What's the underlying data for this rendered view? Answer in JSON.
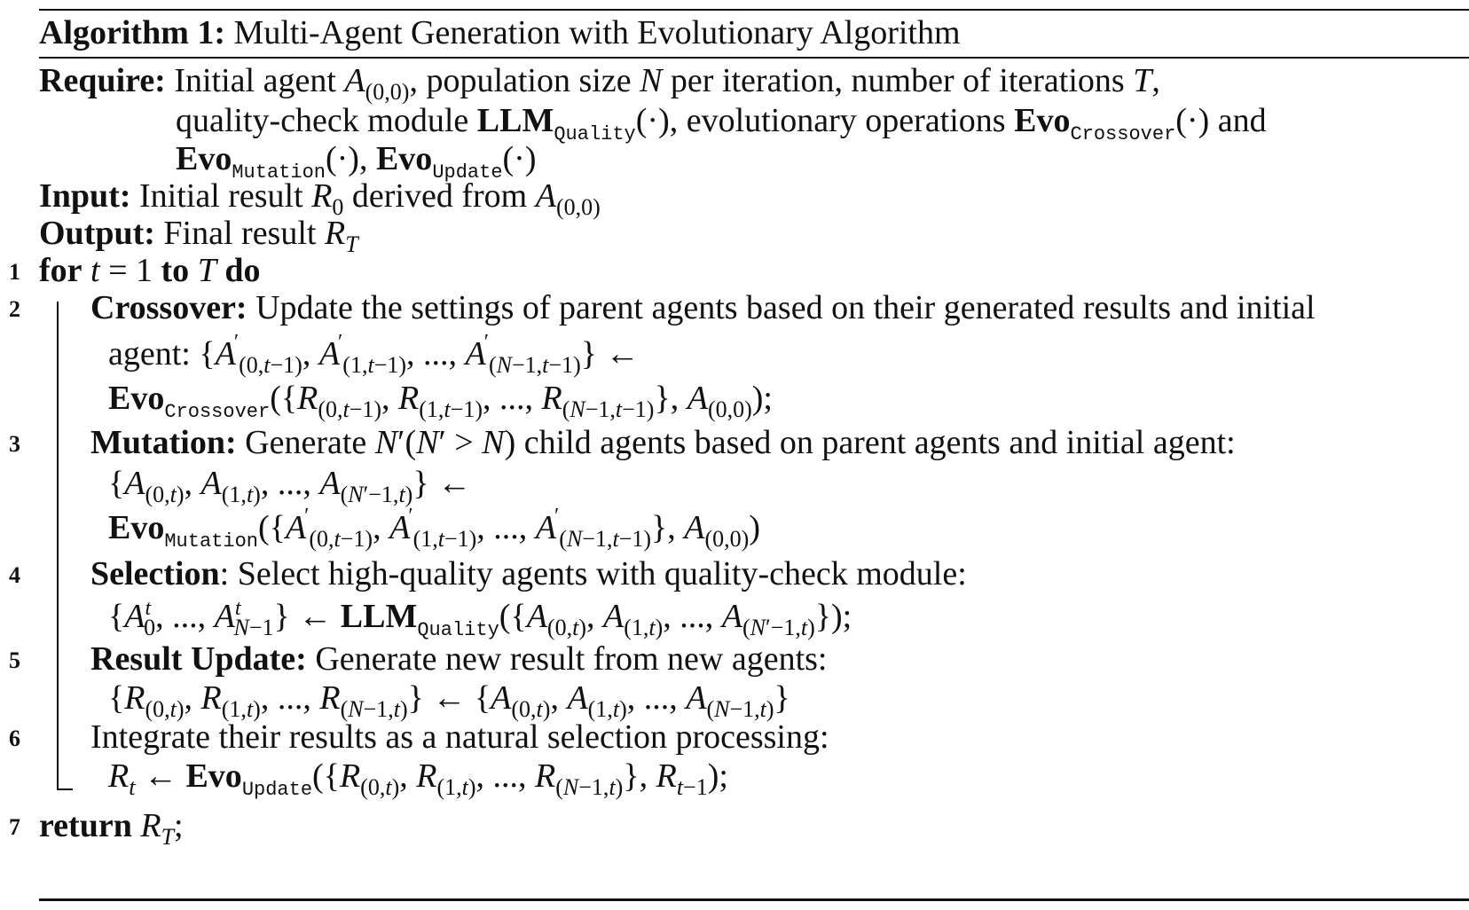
{
  "algorithm": {
    "label": "Algorithm 1:",
    "title": "Multi-Agent Generation with Evolutionary Algorithm"
  },
  "io": {
    "require_label": "Require:",
    "require_text_1a": "Initial agent",
    "require_text_1b": ", population size",
    "require_text_1c": "per iteration, number of iterations",
    "require_text_2a": "quality-check module",
    "require_text_2b": ", evolutionary operations",
    "require_text_2c": "and",
    "input_label": "Input:",
    "input_text_a": "Initial result",
    "input_text_b": "derived from",
    "output_label": "Output:",
    "output_text": "Final result"
  },
  "steps": {
    "1": {
      "num": "1",
      "for": "for",
      "to": "to",
      "do": "do"
    },
    "2": {
      "num": "2",
      "label": "Crossover:",
      "text": "Update the settings of parent agents based on their generated results and initial",
      "cont": "agent:"
    },
    "3": {
      "num": "3",
      "label": "Mutation:",
      "text_a": "Generate",
      "text_b": "child agents based on parent agents and initial agent:"
    },
    "4": {
      "num": "4",
      "label": "Selection",
      "text": ": Select high-quality agents with quality-check module:"
    },
    "5": {
      "num": "5",
      "label": "Result Update:",
      "text": "Generate new result from new agents:"
    },
    "6": {
      "num": "6",
      "text": "Integrate their results as a natural selection processing:"
    },
    "7": {
      "num": "7",
      "label": "return"
    }
  },
  "ops": {
    "llm": "LLM",
    "evo": "Evo",
    "quality": "Quality",
    "crossover": "Crossover",
    "mutation": "Mutation",
    "update": "Update"
  }
}
